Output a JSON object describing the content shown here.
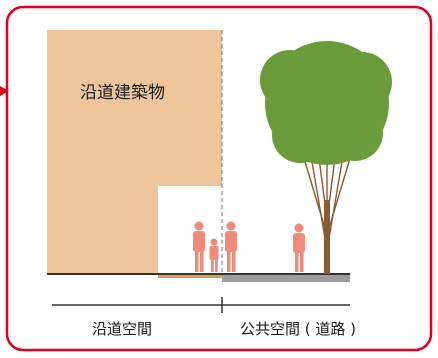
{
  "labels": {
    "building": "沿道建築物",
    "roadside_space": "沿道空間",
    "public_space": "公共空間 ( 道路 )"
  },
  "colors": {
    "frame_border": "#e3001b",
    "building_fill": "#efc59b",
    "ground_line": "#333333",
    "road_surface": "#9d9d9d",
    "building_underline": "#d99a55",
    "pedestrian": "#f08a7a",
    "tree_canopy": "#6b9c3c",
    "tree_trunk": "#8a5a32",
    "dashed_divider": "#888888"
  }
}
